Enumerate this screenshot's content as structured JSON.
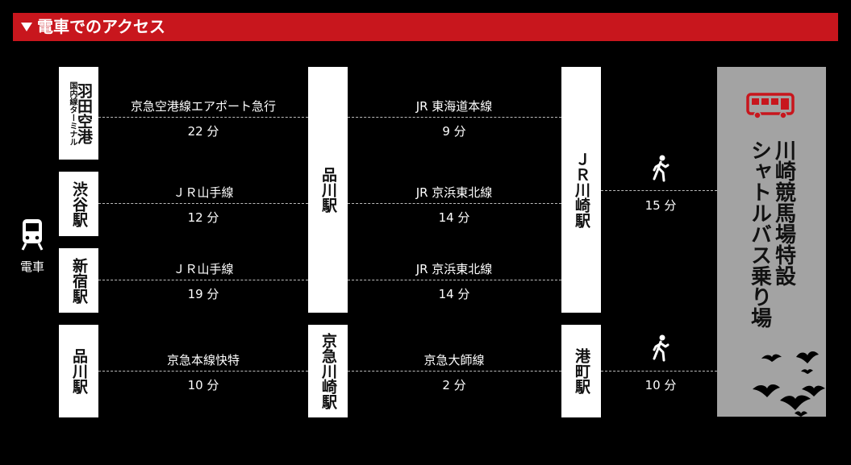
{
  "header": {
    "title": "電車でのアクセス"
  },
  "mode": {
    "icon": "train-icon",
    "label": "電車"
  },
  "stations": {
    "haneda": {
      "name": "羽田空港",
      "sub": "国内線ターミナル"
    },
    "shibuya": "渋谷駅",
    "shinjuku": "新宿駅",
    "shinagawa_start": "品川駅",
    "shinagawa_mid": "品川駅",
    "keikyu_kawasaki": "京急川崎駅",
    "jr_kawasaki": "ＪＲ川崎駅",
    "minatomachi": "港町駅"
  },
  "routes": {
    "haneda_shinagawa": {
      "line": "京急空港線エアポート急行",
      "time": "22 分"
    },
    "shinagawa_jrkawasaki_a": {
      "line": "JR 東海道本線",
      "time": "9 分"
    },
    "shibuya_shinagawa": {
      "line": "ＪＲ山手線",
      "time": "12 分"
    },
    "shinagawa_jrkawasaki_b": {
      "line": "JR 京浜東北線",
      "time": "14 分"
    },
    "shinjuku_shinagawa": {
      "line": "ＪＲ山手線",
      "time": "19 分"
    },
    "shinagawa_jrkawasaki_c": {
      "line": "JR 京浜東北線",
      "time": "14 分"
    },
    "shinagawa_keikyukawasaki": {
      "line": "京急本線快特",
      "time": "10 分"
    },
    "keikyukawasaki_minatomachi": {
      "line": "京急大師線",
      "time": "2 分"
    },
    "walk_jrkawasaki": {
      "icon": "walking-person-icon",
      "time": "15 分"
    },
    "walk_minatomachi": {
      "icon": "walking-person-icon",
      "time": "10 分"
    }
  },
  "destination": {
    "icon": "bus-icon",
    "line1": "川崎競馬場特設",
    "line2": "シャトルバス乗り場",
    "decoration": "bats-icon"
  },
  "colors": {
    "header": "#c8161d",
    "background": "#000000",
    "destination": "#a3a3a3"
  }
}
